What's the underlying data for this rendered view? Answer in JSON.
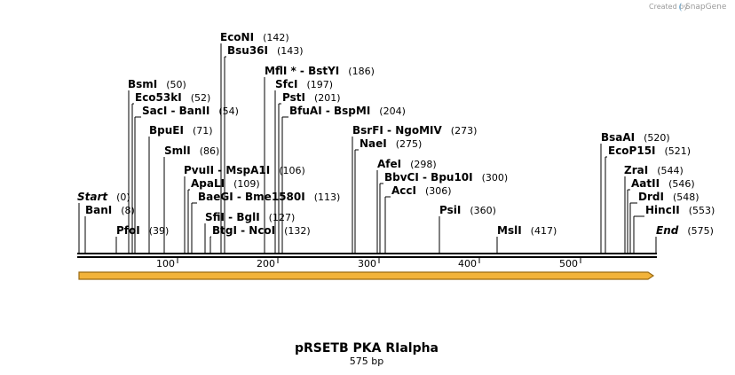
{
  "watermark": {
    "created_by": "Created by",
    "brand": "SnapGene"
  },
  "sequence": {
    "name": "pRSETB PKA RIalpha",
    "length_label": "575 bp",
    "length": 575
  },
  "ticks": [
    "100",
    "200",
    "300",
    "400",
    "500"
  ],
  "feature": {
    "color": "#f2b33a",
    "outline": "#9a6a12"
  },
  "sites": [
    {
      "label": "Start",
      "pos_label": "(0)",
      "site": 0,
      "italic": true
    },
    {
      "label": "BanI",
      "pos_label": "(8)",
      "site": 8
    },
    {
      "label": "PfoI",
      "pos_label": "(39)",
      "site": 39
    },
    {
      "label": "BsmI",
      "pos_label": "(50)",
      "site": 50
    },
    {
      "label": "Eco53kI",
      "pos_label": "(52)",
      "site": 52
    },
    {
      "label": "SacI  -  BanII",
      "pos_label": "(54)",
      "site": 54
    },
    {
      "label": "BpuEI",
      "pos_label": "(71)",
      "site": 71
    },
    {
      "label": "SmlI",
      "pos_label": "(86)",
      "site": 86
    },
    {
      "label": "PvuII  -  MspA1I",
      "pos_label": "(106)",
      "site": 106
    },
    {
      "label": "ApaLI",
      "pos_label": "(109)",
      "site": 109
    },
    {
      "label": "BaeGI  -  Bme1580I",
      "pos_label": "(113)",
      "site": 113
    },
    {
      "label": "SfiI  -  BglI",
      "pos_label": "(127)",
      "site": 127
    },
    {
      "label": "BtgI  -  NcoI",
      "pos_label": "(132)",
      "site": 132
    },
    {
      "label": "EcoNI",
      "pos_label": "(142)",
      "site": 142
    },
    {
      "label": "Bsu36I",
      "pos_label": "(143)",
      "site": 143
    },
    {
      "label": "MflI *  -  BstYI",
      "pos_label": "(186)",
      "site": 186
    },
    {
      "label": "SfcI",
      "pos_label": "(197)",
      "site": 197
    },
    {
      "label": "PstI",
      "pos_label": "(201)",
      "site": 201
    },
    {
      "label": "BfuAI  -  BspMI",
      "pos_label": "(204)",
      "site": 204
    },
    {
      "label": "BsrFI  -  NgoMIV",
      "pos_label": "(273)",
      "site": 273
    },
    {
      "label": "NaeI",
      "pos_label": "(275)",
      "site": 275
    },
    {
      "label": "AfeI",
      "pos_label": "(298)",
      "site": 298
    },
    {
      "label": "BbvCI  -  Bpu10I",
      "pos_label": "(300)",
      "site": 300
    },
    {
      "label": "AccI",
      "pos_label": "(306)",
      "site": 306
    },
    {
      "label": "PsiI",
      "pos_label": "(360)",
      "site": 360
    },
    {
      "label": "MslI",
      "pos_label": "(417)",
      "site": 417
    },
    {
      "label": "BsaAI",
      "pos_label": "(520)",
      "site": 520
    },
    {
      "label": "EcoP15I",
      "pos_label": "(521)",
      "site": 521
    },
    {
      "label": "ZraI",
      "pos_label": "(544)",
      "site": 544
    },
    {
      "label": "AatII",
      "pos_label": "(546)",
      "site": 546
    },
    {
      "label": "DrdI",
      "pos_label": "(548)",
      "site": 548
    },
    {
      "label": "HincII",
      "pos_label": "(553)",
      "site": 553
    },
    {
      "label": "End",
      "pos_label": "(575)",
      "site": 575,
      "italic": true
    }
  ]
}
